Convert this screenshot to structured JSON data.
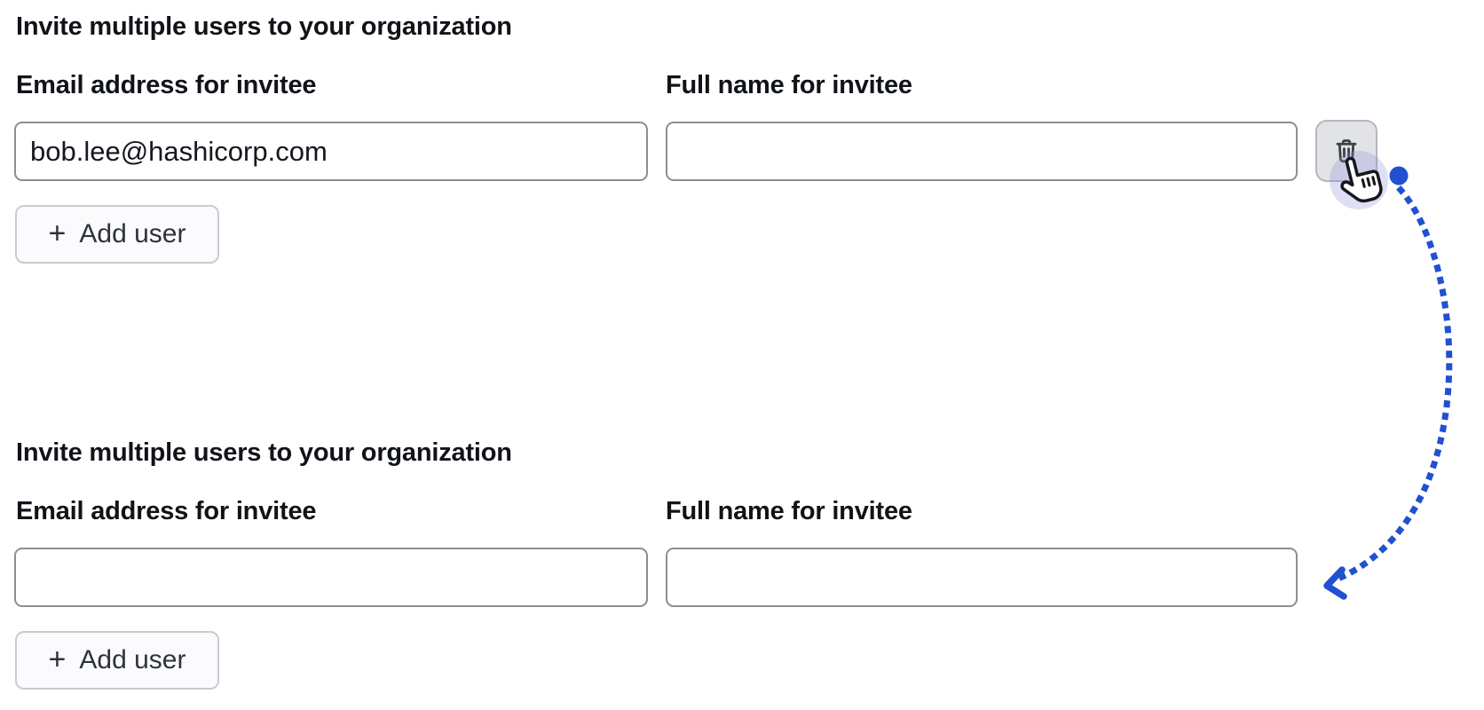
{
  "sections": [
    {
      "title": "Invite multiple users to your organization",
      "email_label": "Email address for invitee",
      "name_label": "Full name for invitee",
      "email_value": "bob.lee@hashicorp.com",
      "name_value": "",
      "add_user": {
        "plus": "+",
        "label": "Add user"
      }
    },
    {
      "title": "Invite multiple users to your organization",
      "email_label": "Email address for invitee",
      "name_label": "Full name for invitee",
      "email_value": "",
      "name_value": "",
      "add_user": {
        "plus": "+",
        "label": "Add user"
      }
    }
  ],
  "colors": {
    "annotation_blue": "#2150d0",
    "halo": "rgba(138,140,219,0.28)",
    "trash_icon": "#3a4046",
    "input_border": "#8a8e98",
    "text": "#101318"
  },
  "icons": {
    "delete_button": "trash-icon",
    "cursor": "pointer-hand-icon",
    "add_button": "plus-icon"
  }
}
